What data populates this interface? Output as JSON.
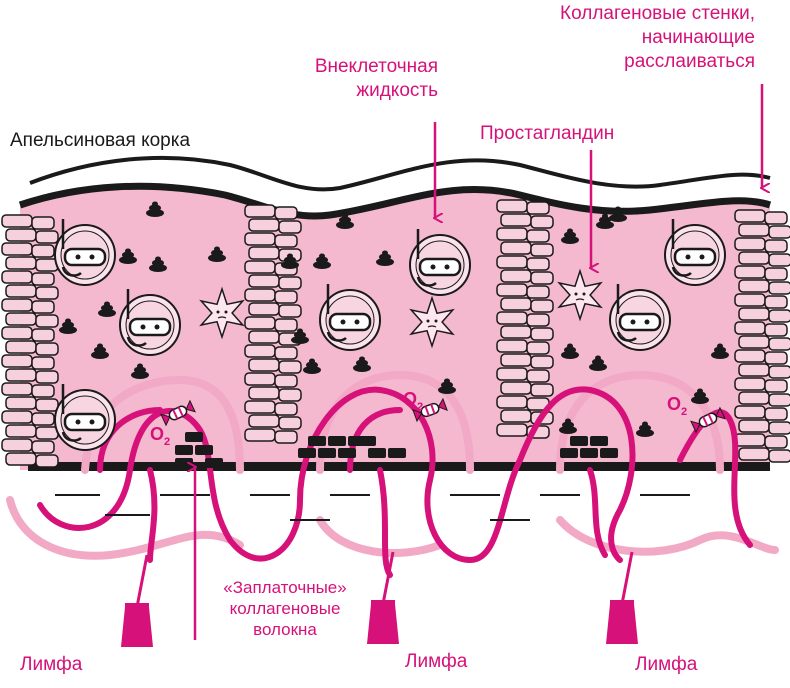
{
  "labels": {
    "orange_peel": "Апельсиновая корка",
    "extracellular_fluid_l1": "Внеклеточная",
    "extracellular_fluid_l2": "жидкость",
    "collagen_walls_l1": "Коллагеновые стенки,",
    "collagen_walls_l2": "начинающие",
    "collagen_walls_l3": "расслаиваться",
    "prostaglandin": "Простагландин",
    "patch_fibers_l1": "«Заплаточные»",
    "patch_fibers_l2": "коллагеновые",
    "patch_fibers_l3": "волокна",
    "lymph": [
      "Лимфа",
      "Лимфа",
      "Лимфа"
    ],
    "o2": "O",
    "o2_sub": "2"
  },
  "colors": {
    "accent": "#d6117a",
    "cell_fill": "#f4b8cf",
    "wall_fill": "#f7d0de",
    "outline": "#1a1a1a",
    "lymph_pale": "#f2a9c6"
  },
  "icons": {
    "fat_cell": "snorkel-fat-cell-icon",
    "waste": "poop-icon",
    "prostaglandin": "spiky-star-icon",
    "candy": "candy-icon",
    "broom": "broom-icon"
  }
}
